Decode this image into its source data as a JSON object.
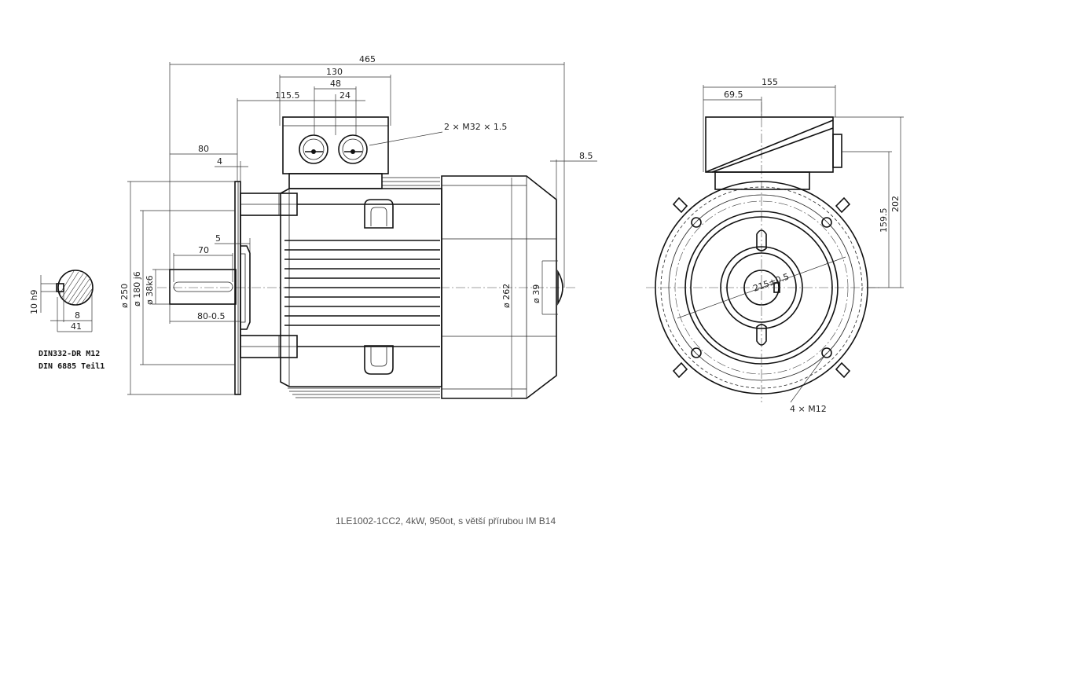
{
  "caption": "1LE1002-1CC2, 4kW, 950ot, s větší přírubou IM B14",
  "side_view": {
    "dim_total_length": "465",
    "dim_terminal_box": "130",
    "dim_cable_pitch": "48",
    "dim_box_offset": "115.5",
    "dim_cable_center": "24",
    "dim_flange_to_shaft": "80",
    "dim_flange_thickness": "4",
    "dim_spigot": "5",
    "dim_key_length": "70",
    "dim_shaft_length": "80-0.5",
    "dim_rear_cap": "8.5",
    "dim_flange_dia": "ø 250",
    "dim_spigot_dia": "ø 180 j6",
    "dim_shaft_dia": "ø 38k6",
    "dim_frame_dia": "ø 262",
    "dim_cap_dia": "ø 39",
    "label_cable_glands": "2 × M32 × 1.5"
  },
  "shaft_section": {
    "dim_key_width": "10 h9",
    "dim_key_depth": "8",
    "dim_shaft_height": "41",
    "note_center_hole": "DIN332-DR M12",
    "note_key": "DIN 6885 Teil1"
  },
  "end_view": {
    "dim_box_width": "155",
    "dim_box_offset": "69.5",
    "dim_box_height": "159.5",
    "dim_total_height": "202",
    "dim_bolt_circle": "215±0.5",
    "label_bolt_holes": "4 × M12"
  }
}
